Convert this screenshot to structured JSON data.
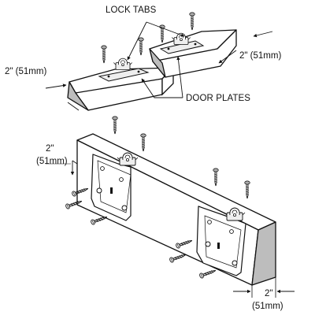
{
  "callouts": {
    "lock_tabs": "LOCK TABS",
    "door_plates": "DOOR PLATES"
  },
  "dimensions": {
    "top_left": "2\" (51mm)",
    "top_right": "2\" (51mm)",
    "middle_left_value": "2\"",
    "middle_left_metric": "(51mm)",
    "bottom_right_value": "2\"",
    "bottom_right_metric": "(51mm)"
  },
  "colors": {
    "line": "#111111",
    "wood_shade": "#bdbdbd",
    "plate_fill": "#eeeeee",
    "background": "#ffffff"
  }
}
